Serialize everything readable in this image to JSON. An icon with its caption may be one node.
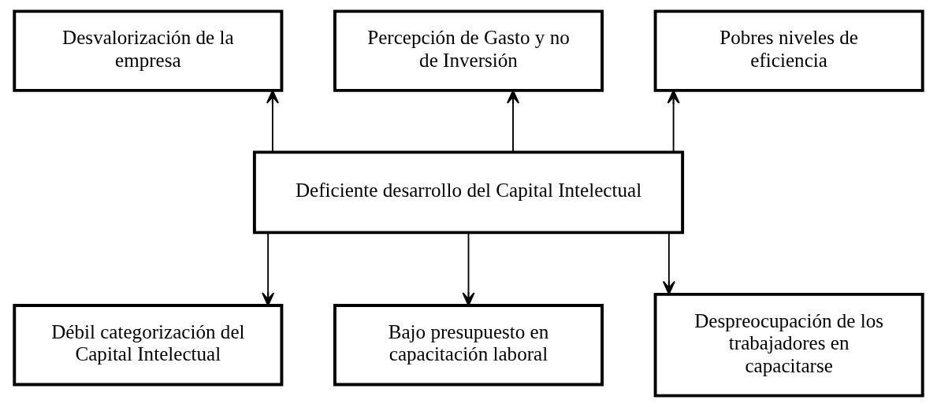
{
  "diagram": {
    "nodes": [
      {
        "text": [
          "Desvalorización de la empresa"
        ]
      },
      {
        "text": [
          "Percepción de Gasto y no de Inversión"
        ]
      },
      {
        "text": [
          "Pobres niveles de eficiencia"
        ]
      },
      {
        "text": [
          "Deficiente desarrollo del Capital Intelectual"
        ]
      },
      {
        "text": [
          "Débil categorización del Capital Intelectual"
        ]
      },
      {
        "text": [
          "Bajo presupuesto en capacitación laboral"
        ]
      },
      {
        "text": [
          "Despreocupación de los trabajadores en capacitarse"
        ]
      }
    ],
    "edges": [
      {
        "from": 3,
        "to": 0,
        "arrow": "to"
      },
      {
        "from": 3,
        "to": 1,
        "arrow": "to"
      },
      {
        "from": 3,
        "to": 2,
        "arrow": "to"
      },
      {
        "from": 3,
        "to": 4,
        "arrow": "to"
      },
      {
        "from": 3,
        "to": 5,
        "arrow": "to"
      },
      {
        "from": 3,
        "to": 6,
        "arrow": "to"
      }
    ]
  }
}
